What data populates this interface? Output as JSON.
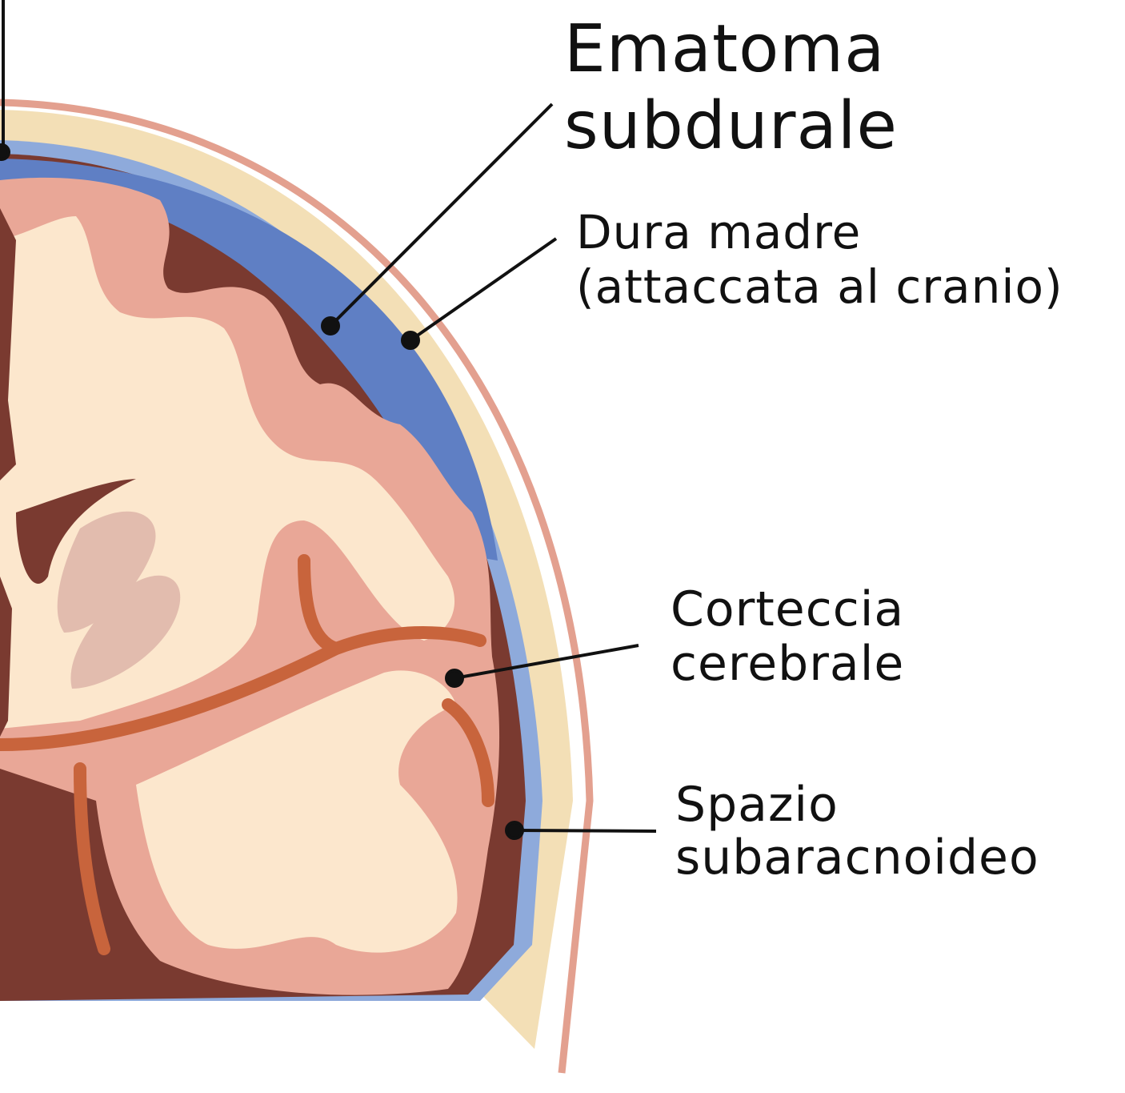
{
  "labels": {
    "ematoma": {
      "line1": "Ematoma",
      "line2": "subdurale"
    },
    "dura": {
      "line1": "Dura madre",
      "line2": "(attaccata al cranio)"
    },
    "corteccia": {
      "line1": "Corteccia",
      "line2": "cerebrale"
    },
    "spazio": {
      "line1": "Spazio",
      "line2": "subaracnoideo"
    }
  },
  "colors": {
    "skin": "#e3a08f",
    "bone": "#f3dfb6",
    "dura": "#8eaadb",
    "hematoma": "#5f7fc4",
    "subarachnoid": "#7a3a30",
    "cortex": "#e9a797",
    "white_matter": "#fce7cd",
    "vessel": "#c8643c"
  }
}
